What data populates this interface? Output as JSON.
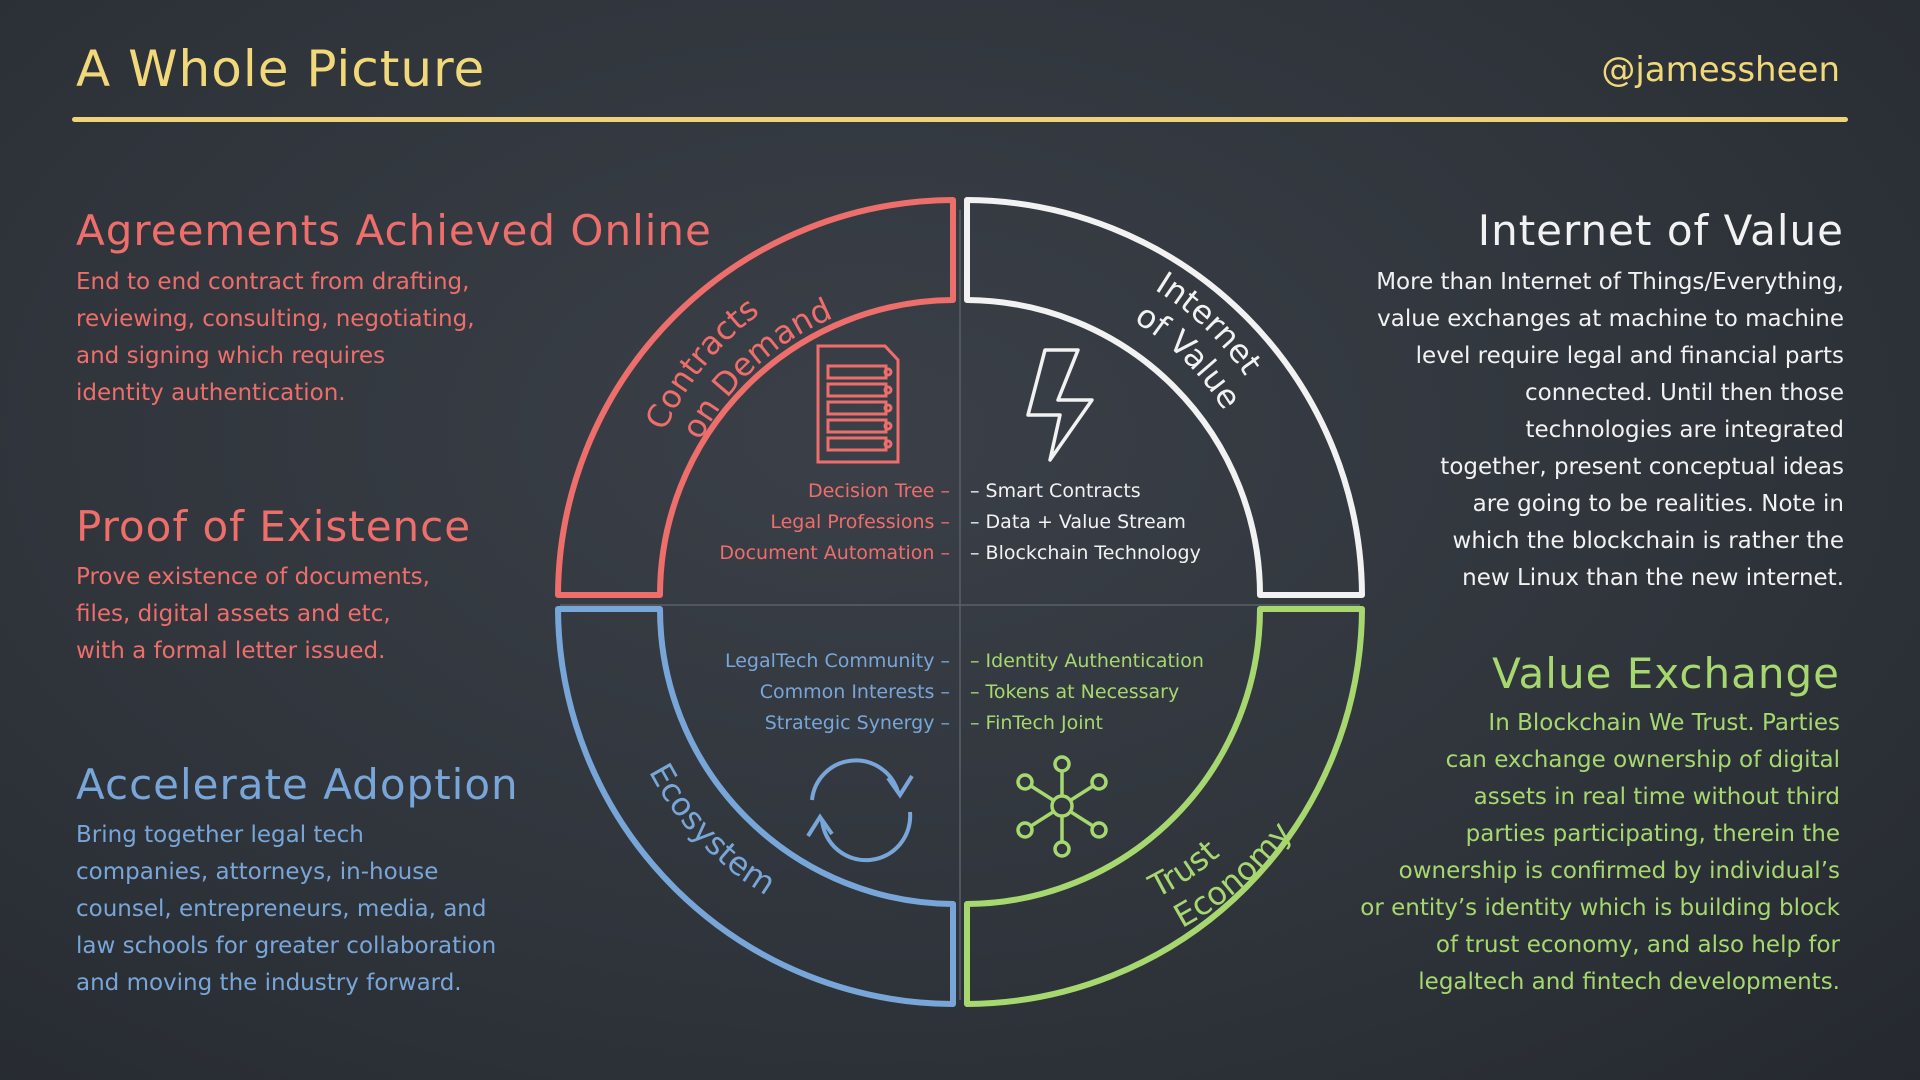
{
  "header": {
    "title": "A Whole Picture",
    "handle": "@jamessheen"
  },
  "colors": {
    "red": "#ee6e6b",
    "white": "#f2f2f2",
    "blue": "#79a6d8",
    "green": "#a6d86f",
    "yellow": "#f1d97a"
  },
  "left": {
    "agreements": {
      "title": "Agreements Achieved Online",
      "lines": [
        "End to end contract from drafting,",
        "reviewing, consulting, negotiating,",
        "and signing which requires",
        "identity authentication."
      ]
    },
    "proof": {
      "title": "Proof of Existence",
      "lines": [
        "Prove existence of documents,",
        "files, digital assets and etc,",
        "with a formal letter issued."
      ]
    },
    "adoption": {
      "title": "Accelerate Adoption",
      "lines": [
        "Bring together legal tech",
        "companies, attorneys, in-house",
        "counsel, entrepreneurs, media, and",
        "law schools for greater collaboration",
        "and moving the industry forward."
      ]
    }
  },
  "right": {
    "internet": {
      "title": "Internet of Value",
      "lines": [
        "More than Internet of Things/Everything,",
        "value exchanges at machine to machine",
        "level require legal and financial parts",
        "connected. Until then those",
        "technologies are integrated",
        "together, present conceptual ideas",
        "are going to be realities. Note in",
        "which the blockchain is rather the",
        "new Linux than the new internet."
      ]
    },
    "exchange": {
      "title": "Value Exchange",
      "lines": [
        "In Blockchain We Trust. Parties",
        "can exchange ownership of digital",
        "assets in real time without third",
        "parties participating, therein the",
        "ownership is confirmed by individual’s",
        "or entity’s identity which is building block",
        "of trust economy, and also help for",
        "legaltech and fintech developments."
      ]
    }
  },
  "wheel": {
    "contracts": {
      "label_line1": "Contracts",
      "label_line2": "on Demand",
      "icon": "document-icon",
      "items": [
        "Decision Tree –",
        "Legal Professions –",
        "Document Automation –"
      ]
    },
    "internet": {
      "label_line1": "Internet",
      "label_line2": "of Value",
      "icon": "lightning-icon",
      "items": [
        "– Smart Contracts",
        "– Data + Value Stream",
        "– Blockchain Technology"
      ]
    },
    "ecosystem": {
      "label_line1": "Ecosystem",
      "icon": "refresh-icon",
      "items": [
        "LegalTech Community –",
        "Common Interests –",
        "Strategic Synergy –"
      ]
    },
    "trust": {
      "label_line1": "Trust",
      "label_line2": "Economy",
      "icon": "network-hub-icon",
      "items": [
        "– Identity Authentication",
        "– Tokens at Necessary",
        "– FinTech Joint"
      ]
    }
  }
}
